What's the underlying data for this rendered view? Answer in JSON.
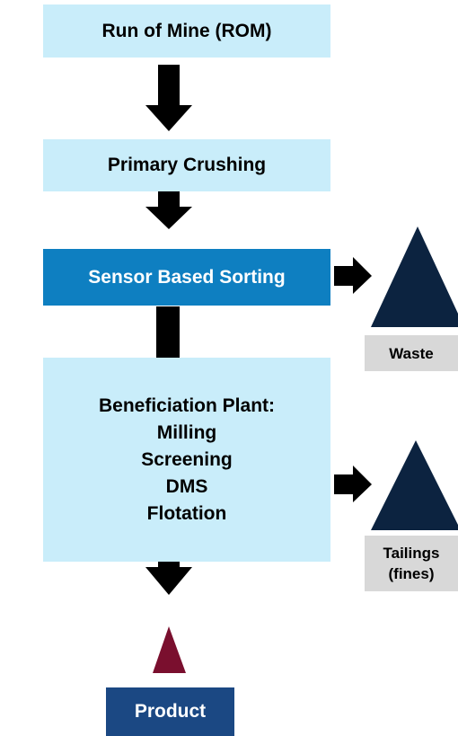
{
  "diagram": {
    "nodes": {
      "rom": "Run of Mine (ROM)",
      "primary_crushing": "Primary Crushing",
      "sensor_sorting": "Sensor Based Sorting",
      "beneficiation": {
        "title": "Beneficiation Plant:",
        "steps": [
          "Milling",
          "Screening",
          "DMS",
          "Flotation"
        ]
      },
      "product": "Product"
    },
    "outputs": {
      "waste": "Waste",
      "tailings": [
        "Tailings",
        "(fines)"
      ]
    },
    "colors": {
      "light_box": "#c9edfa",
      "sorting_box": "#0e7fc1",
      "product_box": "#1b4883",
      "stockpile": "#0c2340",
      "product_pile": "#7a0f2e",
      "output_label": "#d8d8d8",
      "arrow": "#000000"
    }
  }
}
